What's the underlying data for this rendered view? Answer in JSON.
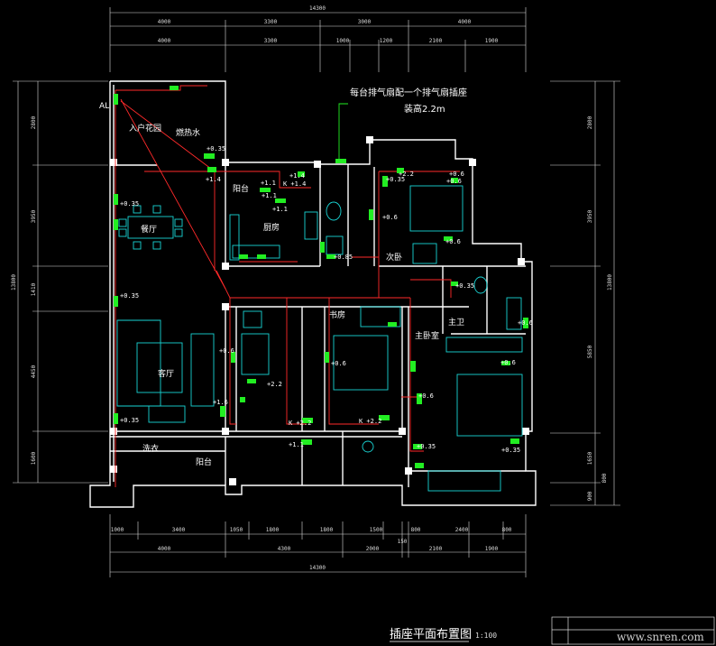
{
  "top_dims": {
    "total": "14300",
    "row1": [
      "4000",
      "3300",
      "3000",
      "4000"
    ],
    "row2": [
      "4000",
      "3300",
      "1000",
      "1200",
      "2100",
      "1900"
    ]
  },
  "bottom_dims": {
    "row1": [
      "1000",
      "3400",
      "1050",
      "1800",
      "1800",
      "1500",
      "800",
      "2400",
      "800"
    ],
    "row2": [
      "4000",
      "4300",
      "2000",
      "2100",
      "1900"
    ],
    "mid_label": "150",
    "total": "14300"
  },
  "left_dims": {
    "total": "13800",
    "segments": [
      "2800",
      "3950",
      "1410",
      "4450",
      "1600"
    ]
  },
  "right_dims": {
    "total": "13800",
    "segments": [
      "2800",
      "3950",
      "5850",
      "1650",
      "900"
    ],
    "small": "800"
  },
  "rooms": {
    "entry_garden": "入户花园",
    "water_heater": "燃热水",
    "balcony_small": "阳台",
    "kitchen": "厨房",
    "dining": "餐厅",
    "living": "客厅",
    "balcony": "阳台",
    "washing": "洗衣",
    "ensuite": "主卫",
    "master": "主卧室",
    "bedroom2": "次卧",
    "study": "书房"
  },
  "al_label": "AL",
  "note": {
    "line1": "每台排气扇配一个排气扇插座",
    "line2": "装高2.2m"
  },
  "sockets": [
    "+0.35",
    "+1.4",
    "+1.4",
    "K +1.4",
    "+1.1",
    "+1.1",
    "+1.1",
    "+2.2",
    "+0.35",
    "+0.6",
    "+0.6",
    "+0.35",
    "+0.6",
    "+0.85",
    "+0.35",
    "+0.6",
    "+0.6",
    "+0.35",
    "+1.6",
    "+0.6",
    "+2.2",
    "+0.6",
    "+0.35",
    "+0.35",
    "K +2.2",
    "+1.1",
    "K +2.2",
    "+0.6",
    "+0.6",
    "+0.35"
  ],
  "title": {
    "main": "插座平面布置图",
    "scale": "1:100"
  },
  "watermark": "www.snren.com",
  "colors": {
    "wall": "#ffffff",
    "dim": "#dcdcdc",
    "circuit": "#ff2a2a",
    "socket": "#22ee22",
    "furniture": "#19d4d4"
  }
}
